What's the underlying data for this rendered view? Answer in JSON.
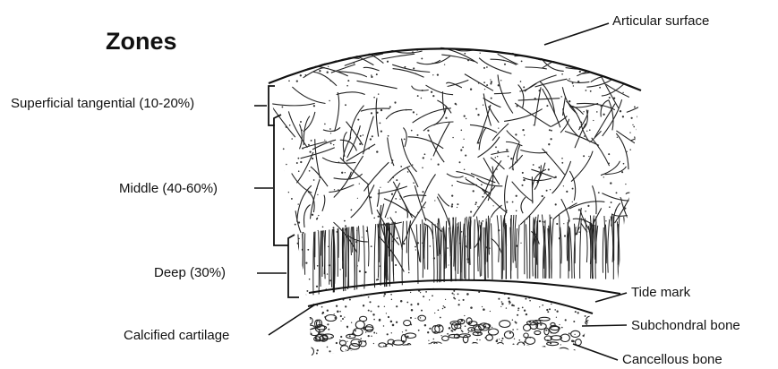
{
  "title": "Zones",
  "labels": {
    "articular_surface": "Articular surface",
    "superficial": "Superficial tangential (10-20%)",
    "middle": "Middle (40-60%)",
    "deep": "Deep (30%)",
    "calcified": "Calcified cartilage",
    "tide_mark": "Tide mark",
    "subchondral": "Subchondral bone",
    "cancellous": "Cancellous bone"
  },
  "colors": {
    "ink": "#111111",
    "background": "#ffffff"
  }
}
